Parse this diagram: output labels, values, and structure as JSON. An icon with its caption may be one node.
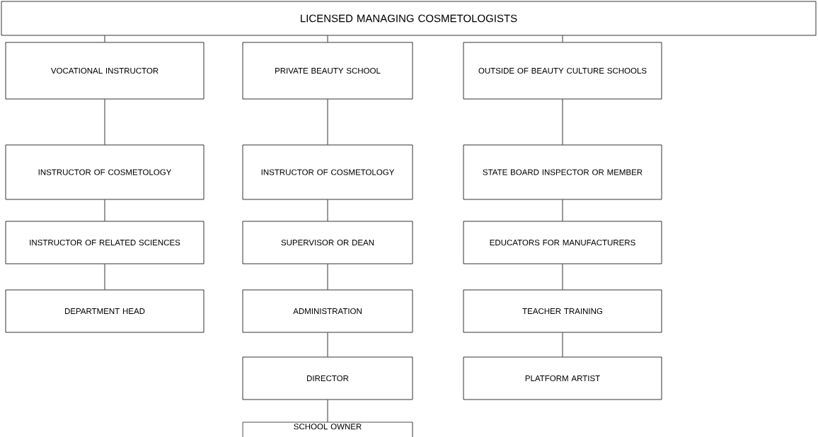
{
  "diagram": {
    "nodes": [
      {
        "text": [
          "LICENSED MANAGING COSMETOLOGISTS"
        ]
      },
      {
        "text": [
          "VOCATIONAL INSTRUCTOR"
        ]
      },
      {
        "text": [
          "INSTRUCTOR OF COSMETOLOGY"
        ]
      },
      {
        "text": [
          "INSTRUCTOR OF RELATED SCIENCES"
        ]
      },
      {
        "text": [
          "DEPARTMENT HEAD"
        ]
      },
      {
        "text": [
          "PRIVATE BEAUTY SCHOOL"
        ]
      },
      {
        "text": [
          "INSTRUCTOR OF COSMETOLOGY"
        ]
      },
      {
        "text": [
          "SUPERVISOR OR DEAN"
        ]
      },
      {
        "text": [
          "ADMINISTRATION"
        ]
      },
      {
        "text": [
          "DIRECTOR"
        ]
      },
      {
        "text": [
          "SCHOOL OWNER"
        ]
      },
      {
        "text": [
          "OUTSIDE OF BEAUTY CULTURE SCHOOLS"
        ]
      },
      {
        "text": [
          "STATE BOARD INSPECTOR OR MEMBER"
        ]
      },
      {
        "text": [
          "EDUCATORS FOR MANUFACTURERS"
        ]
      },
      {
        "text": [
          "TEACHER TRAINING"
        ]
      },
      {
        "text": [
          "PLATFORM ARTIST"
        ]
      }
    ],
    "edges": [
      {
        "from": 0,
        "to": 1,
        "arrow": "none"
      },
      {
        "from": 0,
        "to": 5,
        "arrow": "none"
      },
      {
        "from": 0,
        "to": 11,
        "arrow": "none"
      },
      {
        "from": 1,
        "to": 2,
        "arrow": "none"
      },
      {
        "from": 2,
        "to": 3,
        "arrow": "none"
      },
      {
        "from": 3,
        "to": 4,
        "arrow": "none"
      },
      {
        "from": 5,
        "to": 6,
        "arrow": "none"
      },
      {
        "from": 6,
        "to": 7,
        "arrow": "none"
      },
      {
        "from": 7,
        "to": 8,
        "arrow": "none"
      },
      {
        "from": 8,
        "to": 9,
        "arrow": "none"
      },
      {
        "from": 9,
        "to": 10,
        "arrow": "none"
      },
      {
        "from": 11,
        "to": 12,
        "arrow": "none"
      },
      {
        "from": 12,
        "to": 13,
        "arrow": "none"
      },
      {
        "from": 13,
        "to": 14,
        "arrow": "none"
      },
      {
        "from": 14,
        "to": 15,
        "arrow": "none"
      }
    ]
  }
}
